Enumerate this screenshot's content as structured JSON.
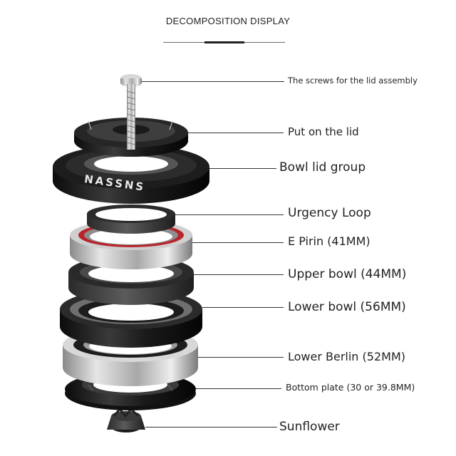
{
  "header": {
    "title": "DECOMPOSITION DISPLAY"
  },
  "parts": [
    {
      "id": "screw",
      "label": "The screws for the lid assembly"
    },
    {
      "id": "top-cap",
      "label": "Put on the lid"
    },
    {
      "id": "bowl-lid",
      "label": "Bowl lid group"
    },
    {
      "id": "urgency-loop",
      "label": "Urgency Loop"
    },
    {
      "id": "upper-bearing",
      "label": "E Pirin (41MM)"
    },
    {
      "id": "upper-bowl",
      "label": "Upper bowl (44MM)"
    },
    {
      "id": "lower-bowl",
      "label": "Lower bowl (56MM)"
    },
    {
      "id": "lower-bearing",
      "label": "Lower Berlin (52MM)"
    },
    {
      "id": "bottom-plate",
      "label": "Bottom plate (30 or 39.8MM)"
    },
    {
      "id": "sunflower",
      "label": "Sunflower"
    }
  ],
  "brand": {
    "logo_text": "NASSNS",
    "accent_color": "#b8242a"
  }
}
